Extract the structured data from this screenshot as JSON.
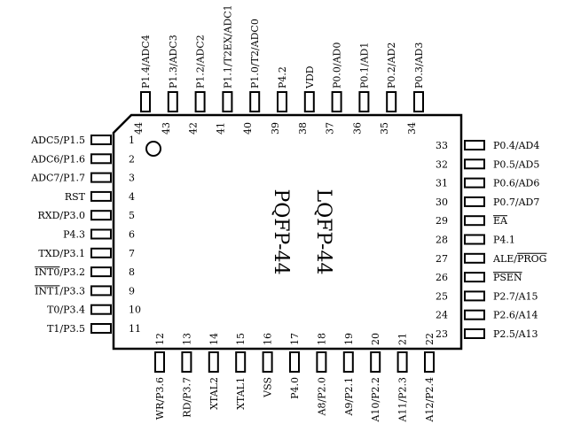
{
  "package_labels": [
    "LQFP-44",
    "PQFP-44"
  ],
  "left_pins": [
    {
      "n": "1",
      "label": "ADC5/P1.5"
    },
    {
      "n": "2",
      "label": "ADC6/P1.6"
    },
    {
      "n": "3",
      "label": "ADC7/P1.7"
    },
    {
      "n": "4",
      "label": "RST"
    },
    {
      "n": "5",
      "label": "RXD/P3.0"
    },
    {
      "n": "6",
      "label": "P4.3"
    },
    {
      "n": "7",
      "label": "TXD/P3.1"
    },
    {
      "n": "8",
      "label": "INT0/P3.2",
      "overline": "INT0"
    },
    {
      "n": "9",
      "label": "INT1/P3.3",
      "overline": "INT1"
    },
    {
      "n": "10",
      "label": "T0/P3.4"
    },
    {
      "n": "11",
      "label": "T1/P3.5"
    }
  ],
  "bottom_pins": [
    {
      "n": "12",
      "label": "WR/P3.6",
      "overline": "WR"
    },
    {
      "n": "13",
      "label": "RD/P3.7",
      "overline": "RD"
    },
    {
      "n": "14",
      "label": "XTAL2"
    },
    {
      "n": "15",
      "label": "XTAL1"
    },
    {
      "n": "16",
      "label": "VSS"
    },
    {
      "n": "17",
      "label": "P4.0"
    },
    {
      "n": "18",
      "label": "A8/P2.0"
    },
    {
      "n": "19",
      "label": "A9/P2.1"
    },
    {
      "n": "20",
      "label": "A10/P2.2"
    },
    {
      "n": "21",
      "label": "A11/P2.3"
    },
    {
      "n": "22",
      "label": "A12/P2.4"
    }
  ],
  "right_pins": [
    {
      "n": "23",
      "label": "P2.5/A13"
    },
    {
      "n": "24",
      "label": "P2.6/A14"
    },
    {
      "n": "25",
      "label": "P2.7/A15"
    },
    {
      "n": "26",
      "label": "PSEN",
      "overline": "PSEN"
    },
    {
      "n": "27",
      "label": "ALE/PROG",
      "overline": "PROG"
    },
    {
      "n": "28",
      "label": "P4.1"
    },
    {
      "n": "29",
      "label": "EA",
      "overline": "EA"
    },
    {
      "n": "30",
      "label": "P0.7/AD7"
    },
    {
      "n": "31",
      "label": "P0.6/AD6"
    },
    {
      "n": "32",
      "label": "P0.5/AD5"
    },
    {
      "n": "33",
      "label": "P0.4/AD4"
    }
  ],
  "top_pins": [
    {
      "n": "34",
      "label": "P0.3/AD3"
    },
    {
      "n": "35",
      "label": "P0.2/AD2"
    },
    {
      "n": "36",
      "label": "P0.1/AD1"
    },
    {
      "n": "37",
      "label": "P0.0/AD0"
    },
    {
      "n": "38",
      "label": "VDD"
    },
    {
      "n": "39",
      "label": "P4.2"
    },
    {
      "n": "40",
      "label": "P1.0/T2/ADC0"
    },
    {
      "n": "41",
      "label": "P1.1/T2EX/ADC1"
    },
    {
      "n": "42",
      "label": "P1.2/ADC2"
    },
    {
      "n": "43",
      "label": "P1.3/ADC3"
    },
    {
      "n": "44",
      "label": "P1.4/ADC4"
    }
  ]
}
